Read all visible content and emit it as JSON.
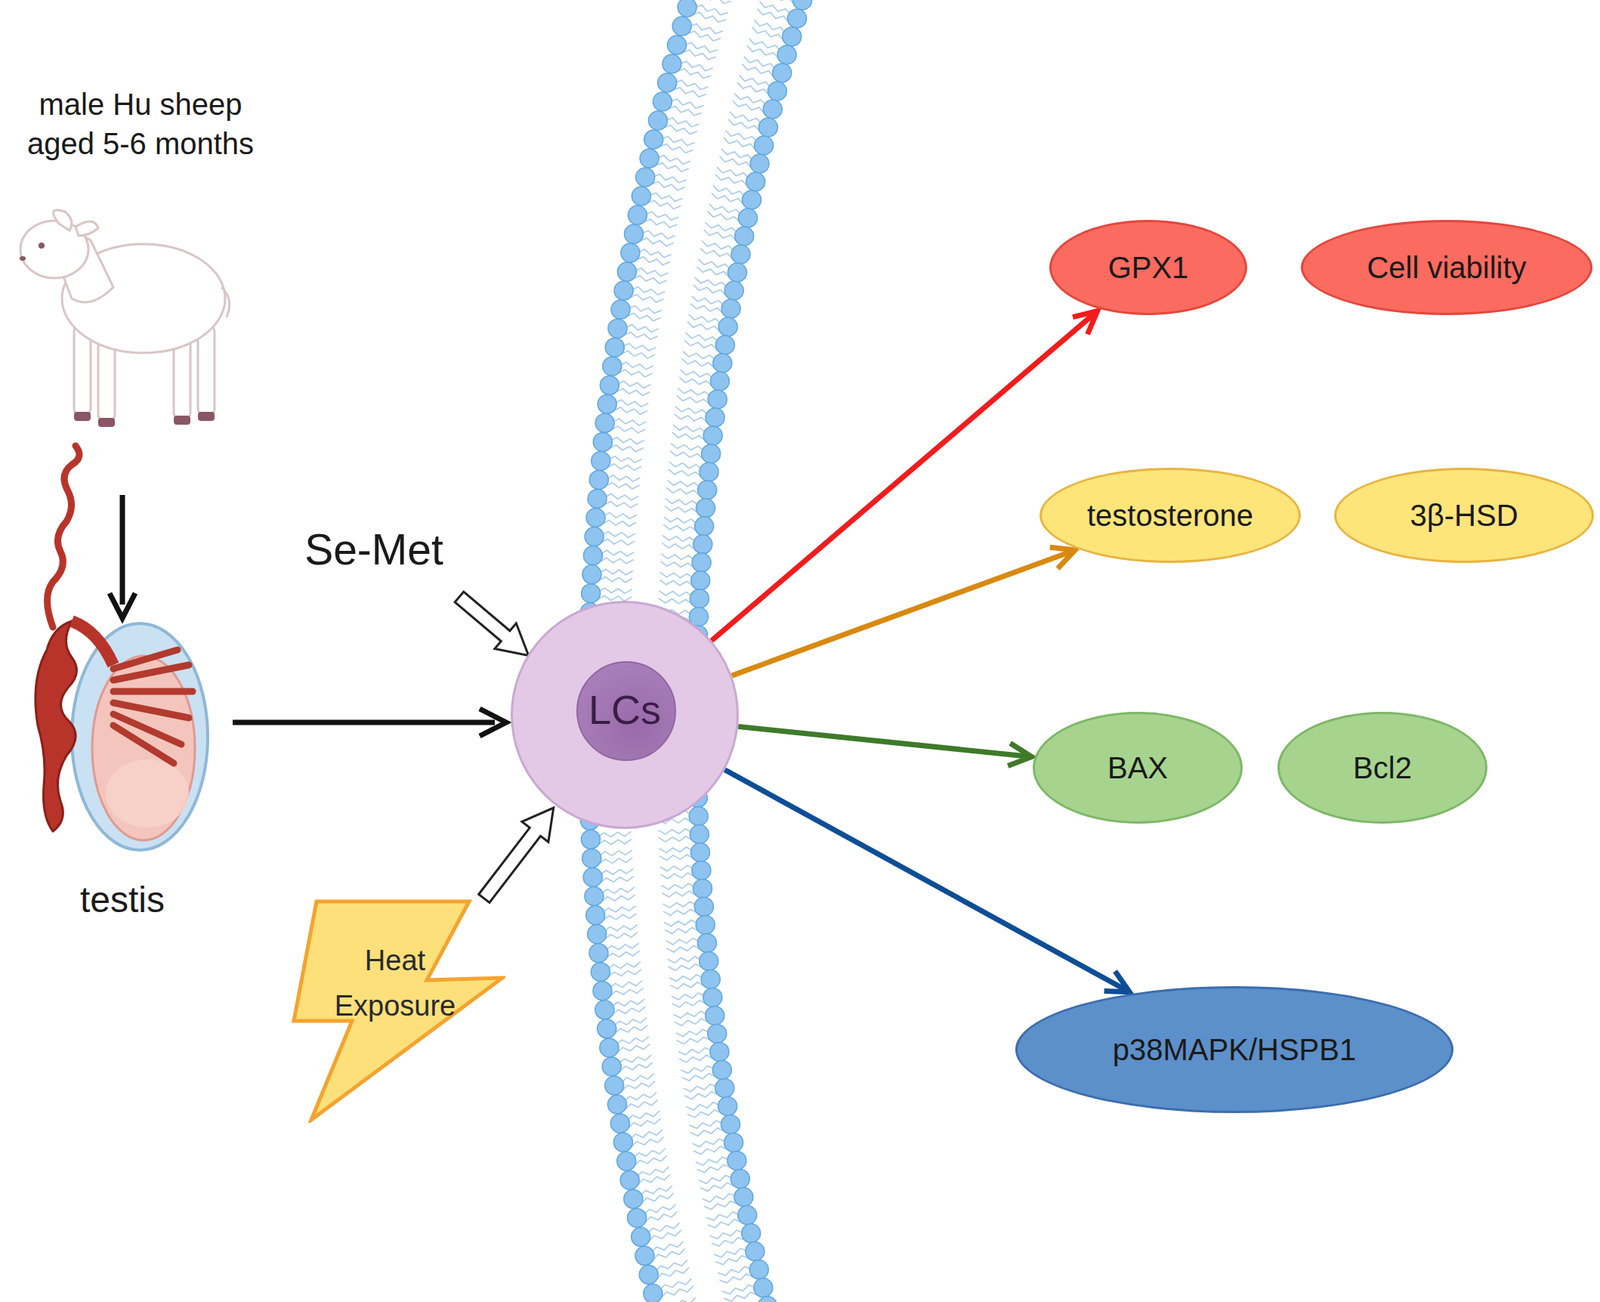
{
  "diagram": {
    "nodes": [
      {
        "text": [
          "Heat Exposure"
        ]
      },
      {
        "text": [
          "LCs"
        ]
      },
      {
        "text": [
          "GPX1"
        ]
      },
      {
        "text": [
          "Cell viability"
        ]
      },
      {
        "text": [
          "testosterone"
        ]
      },
      {
        "text": [
          "3β-HSD"
        ]
      },
      {
        "text": [
          "BAX"
        ]
      },
      {
        "text": [
          "Bcl2"
        ]
      },
      {
        "text": [
          "p38MAPK/HSPB1"
        ]
      }
    ],
    "edges": [
      {
        "from": 0,
        "to": 1,
        "arrow": "to"
      },
      {
        "from": 1,
        "to": 2,
        "arrow": "to"
      },
      {
        "from": 1,
        "to": 4,
        "arrow": "to"
      },
      {
        "from": 1,
        "to": 6,
        "arrow": "to"
      },
      {
        "from": 1,
        "to": 8,
        "arrow": "to"
      }
    ],
    "labels": [
      "male Hu sheep aged 5-6 months",
      "testis",
      "Se-Met"
    ]
  }
}
